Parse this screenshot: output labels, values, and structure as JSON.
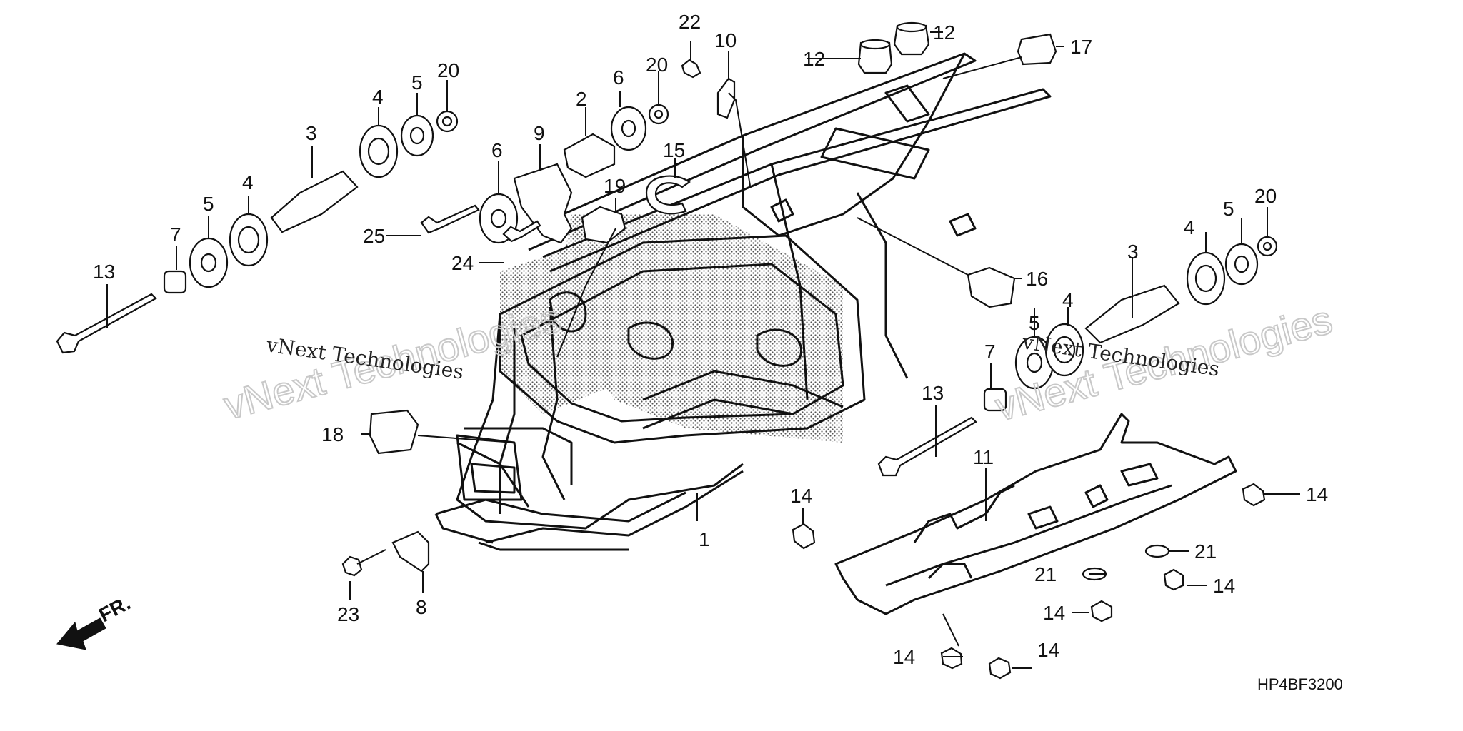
{
  "diagram": {
    "code": "HP4BF3200",
    "direction_label": "FR.",
    "watermark": "vNext Technologies",
    "callouts": [
      {
        "id": "c1",
        "label": "1"
      },
      {
        "id": "c2",
        "label": "2"
      },
      {
        "id": "c3a",
        "label": "3"
      },
      {
        "id": "c3b",
        "label": "3"
      },
      {
        "id": "c4a",
        "label": "4"
      },
      {
        "id": "c4b",
        "label": "4"
      },
      {
        "id": "c4c",
        "label": "4"
      },
      {
        "id": "c4d",
        "label": "4"
      },
      {
        "id": "c5a",
        "label": "5"
      },
      {
        "id": "c5b",
        "label": "5"
      },
      {
        "id": "c5c",
        "label": "5"
      },
      {
        "id": "c5d",
        "label": "5"
      },
      {
        "id": "c6a",
        "label": "6"
      },
      {
        "id": "c6b",
        "label": "6"
      },
      {
        "id": "c7a",
        "label": "7"
      },
      {
        "id": "c7b",
        "label": "7"
      },
      {
        "id": "c8",
        "label": "8"
      },
      {
        "id": "c9",
        "label": "9"
      },
      {
        "id": "c10",
        "label": "10"
      },
      {
        "id": "c11",
        "label": "11"
      },
      {
        "id": "c12a",
        "label": "12"
      },
      {
        "id": "c12b",
        "label": "12"
      },
      {
        "id": "c13a",
        "label": "13"
      },
      {
        "id": "c13b",
        "label": "13"
      },
      {
        "id": "c14a",
        "label": "14"
      },
      {
        "id": "c14b",
        "label": "14"
      },
      {
        "id": "c14c",
        "label": "14"
      },
      {
        "id": "c14d",
        "label": "14"
      },
      {
        "id": "c14e",
        "label": "14"
      },
      {
        "id": "c14f",
        "label": "14"
      },
      {
        "id": "c15",
        "label": "15"
      },
      {
        "id": "c16",
        "label": "16"
      },
      {
        "id": "c17",
        "label": "17"
      },
      {
        "id": "c18",
        "label": "18"
      },
      {
        "id": "c19",
        "label": "19"
      },
      {
        "id": "c20a",
        "label": "20"
      },
      {
        "id": "c20b",
        "label": "20"
      },
      {
        "id": "c20c",
        "label": "20"
      },
      {
        "id": "c21a",
        "label": "21"
      },
      {
        "id": "c21b",
        "label": "21"
      },
      {
        "id": "c22",
        "label": "22"
      },
      {
        "id": "c23",
        "label": "23"
      },
      {
        "id": "c24",
        "label": "24"
      },
      {
        "id": "c25",
        "label": "25"
      }
    ]
  }
}
